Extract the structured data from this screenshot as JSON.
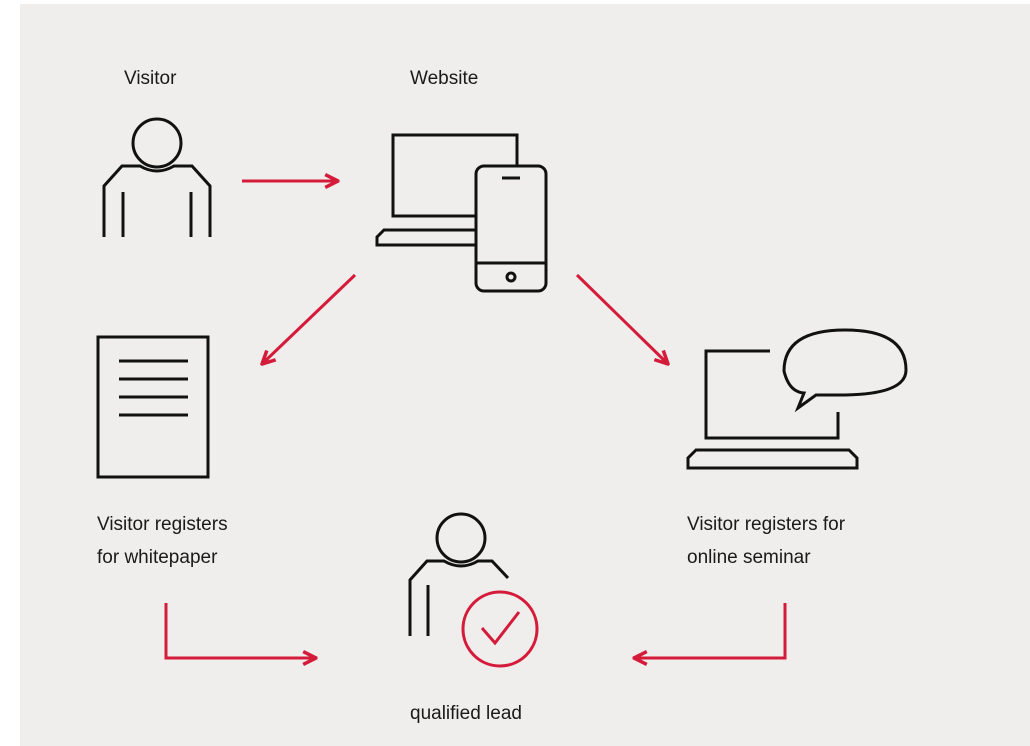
{
  "labels": {
    "visitor": "Visitor",
    "website": "Website",
    "whitepaper_line1": "Visitor registers",
    "whitepaper_line2": "for whitepaper",
    "seminar_line1": "Visitor registers for",
    "seminar_line2": "online seminar",
    "lead": "qualified lead"
  },
  "colors": {
    "background": "#efeeec",
    "icon_stroke": "#111111",
    "arrow": "#d51b3a"
  },
  "icons": {
    "visitor": "person-icon",
    "website": "laptop-phone-icon",
    "whitepaper": "document-icon",
    "seminar": "laptop-chat-icon",
    "lead": "person-check-icon"
  }
}
